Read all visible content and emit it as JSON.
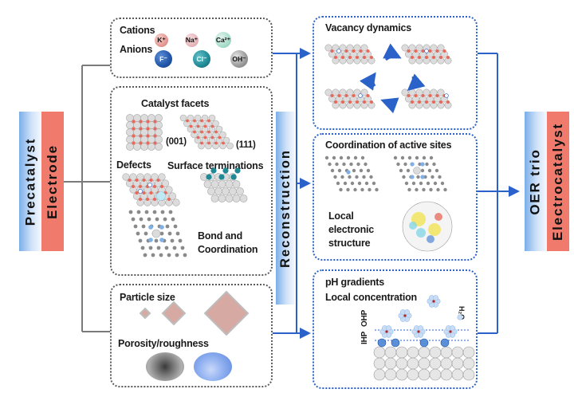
{
  "left": {
    "precatalyst": "Precatalyst",
    "electrode": "Electrode"
  },
  "middle": {
    "ions_panel": {
      "cations_label": "Cations",
      "anions_label": "Anions",
      "cations": [
        {
          "label": "K⁺",
          "color": "#e59a95"
        },
        {
          "label": "Na⁺",
          "color": "#e8b6bb"
        },
        {
          "label": "Ca²⁺",
          "color": "#a9dccb"
        }
      ],
      "anions": [
        {
          "label": "F⁻",
          "color": "#1f55a8"
        },
        {
          "label": "Cl⁻",
          "color": "#1f8a96"
        },
        {
          "label": "OH⁻",
          "color": "#9a9a9a"
        }
      ]
    },
    "structure_panel": {
      "facets_label": "Catalyst facets",
      "facet_001": "(001)",
      "facet_111": "(111)",
      "defects_label": "Defects",
      "terminations_label": "Surface terminations",
      "bond_label_1": "Bond and",
      "bond_label_2": "Coordination"
    },
    "morphology_panel": {
      "particle_label": "Particle size",
      "porosity_label": "Porosity/roughness"
    }
  },
  "center": {
    "reconstruction": "Reconstruction"
  },
  "right": {
    "vacancy_panel": {
      "title": "Vacancy dynamics"
    },
    "coordination_panel": {
      "title": "Coordination of active sites",
      "local_1": "Local",
      "local_2": "electronic",
      "local_3": "structure"
    },
    "ph_panel": {
      "title_1": "pH gradients",
      "title_2": "Local concentration",
      "ihp": "IHP",
      "ohp": "OHP",
      "h2o": "H₂O"
    }
  },
  "far_right": {
    "oer_trio": "OER trio",
    "electrocatalyst": "Electrocatalyst"
  },
  "colors": {
    "connector_gray": "#7a7a7a",
    "connector_blue": "#2a62c9",
    "electrode_red": "#f07b6d",
    "oxygen_red": "#e8685a",
    "atom_gray": "#d9d9d9"
  }
}
